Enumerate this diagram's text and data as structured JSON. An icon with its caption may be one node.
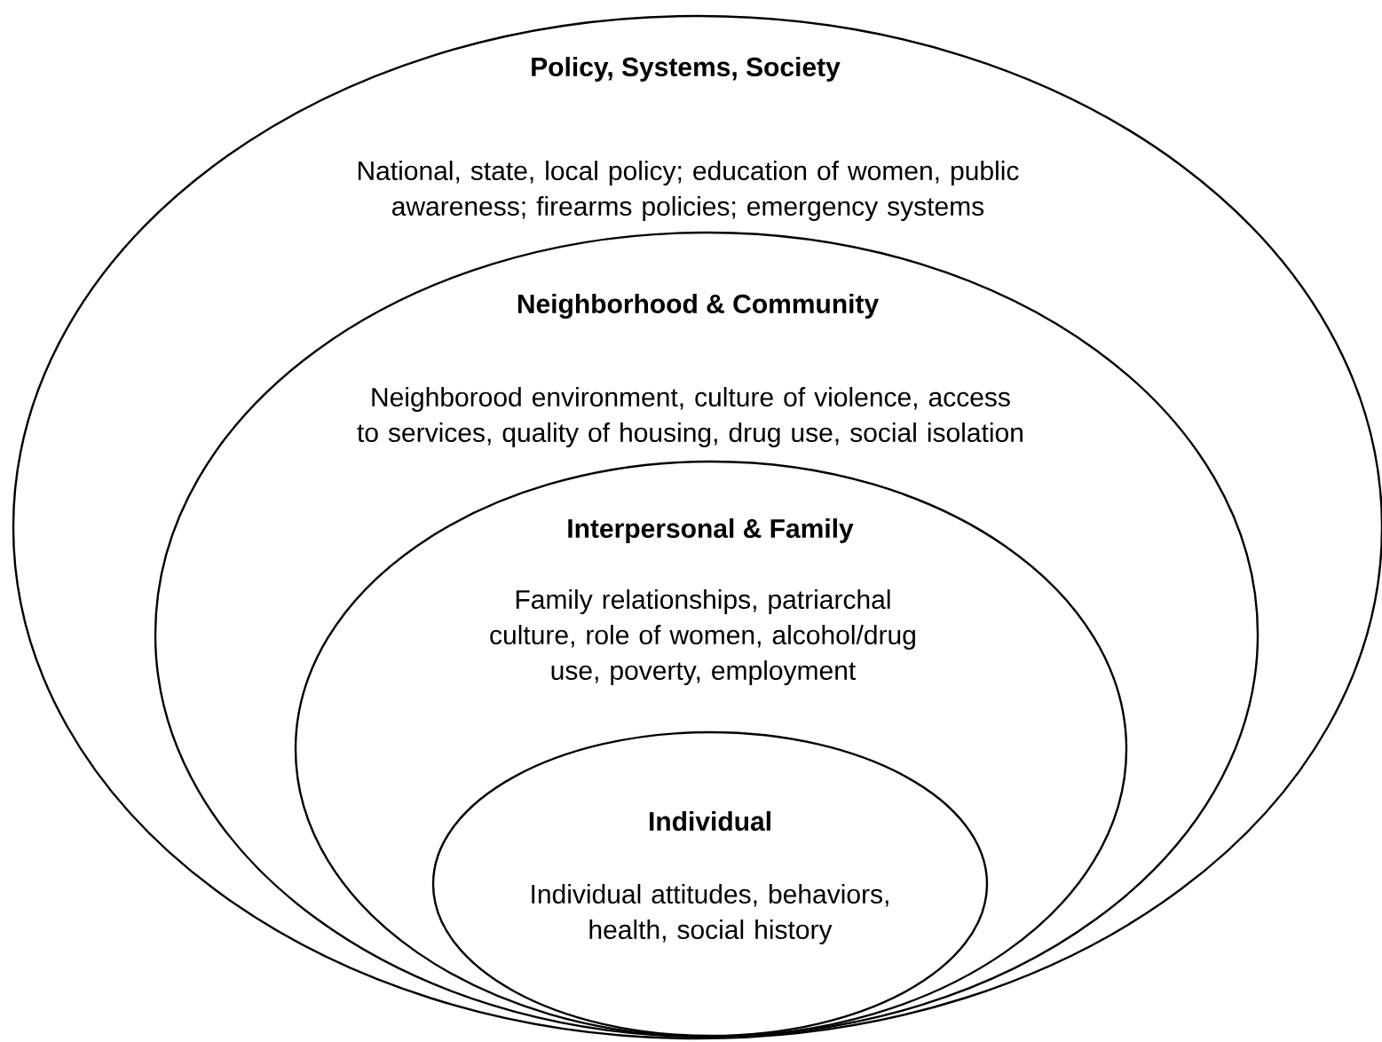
{
  "diagram": {
    "nodes": [
      {
        "text": [
          "Policy, Systems, Society",
          "National, state, local policy; education of women, public awareness; firearms policies; emergency systems"
        ]
      },
      {
        "text": [
          "Neighborhood & Community",
          "Neighborood environment, culture of violence, access to services, quality of housing, drug use, social isolation"
        ],
        "in": 0
      },
      {
        "text": [
          "Interpersonal & Family",
          "Family relationships, patriarchal culture, role of women, alcohol/drug use, poverty, employment"
        ],
        "in": 1
      },
      {
        "text": [
          "Individual",
          "Individual attitudes, behaviors, health, social history"
        ],
        "in": 2
      }
    ]
  }
}
